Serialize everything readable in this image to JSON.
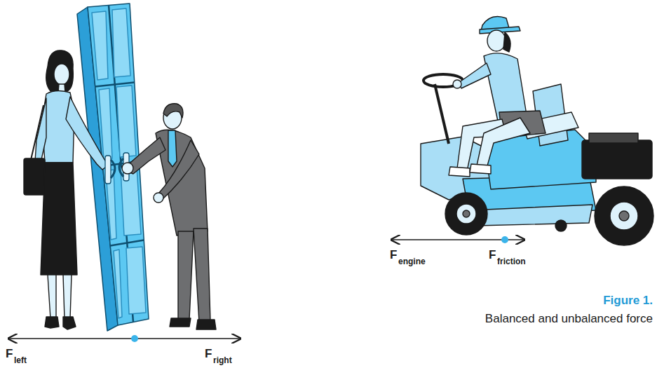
{
  "diagram": {
    "title": "Figure 1.",
    "caption": "Balanced and unbalanced force",
    "labels": [
      "F",
      "left",
      "F",
      "right",
      "F",
      "engine",
      "F",
      "friction"
    ]
  }
}
